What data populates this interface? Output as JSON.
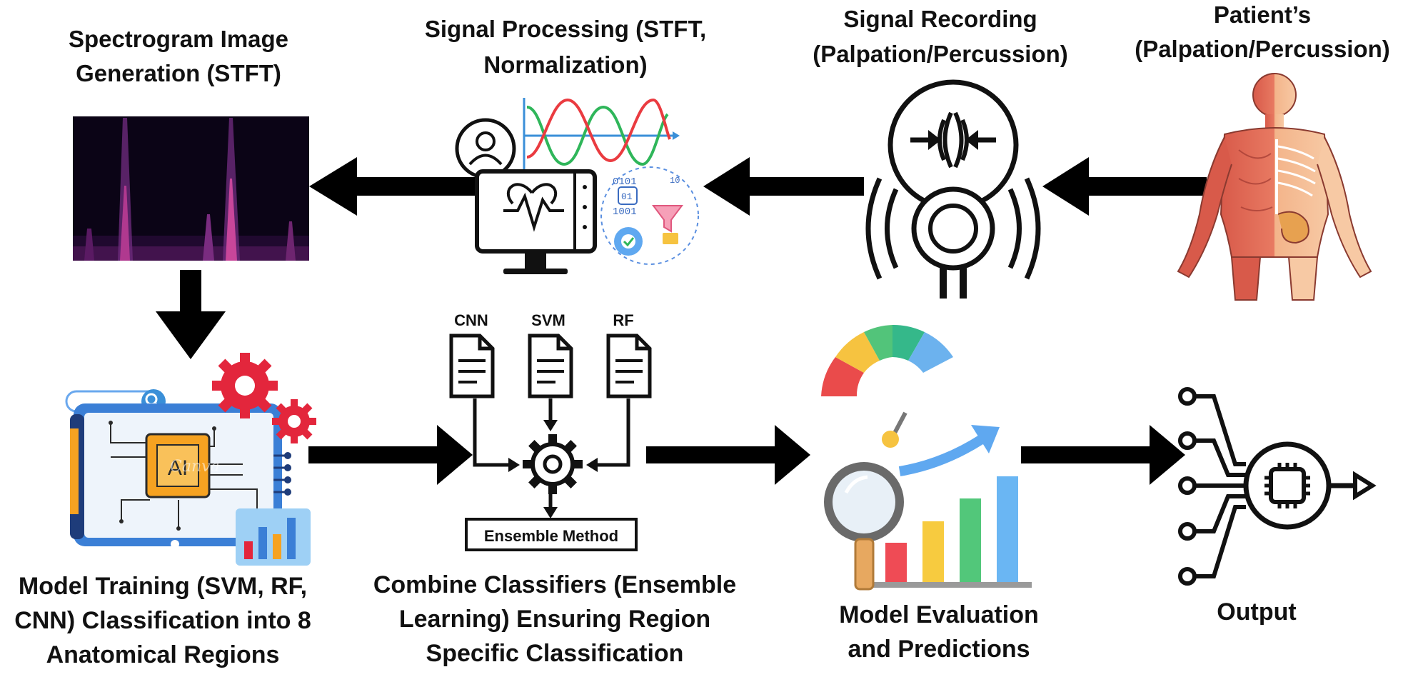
{
  "stages": {
    "patient": {
      "line1": "Patient’s",
      "line2": "(Palpation/Percussion)"
    },
    "recording": {
      "line1": "Signal Recording",
      "line2": "(Palpation/Percussion)"
    },
    "processing": {
      "line1": "Signal Processing (STFT,",
      "line2": "Normalization)"
    },
    "spectrogram": {
      "line1": "Spectrogram Image",
      "line2": "Generation (STFT)"
    },
    "training": {
      "line1": "Model Training (SVM, RF,",
      "line2": "CNN) Classification into 8",
      "line3": "Anatomical Regions",
      "watermark": "Canva",
      "chip_text": "AI"
    },
    "ensemble": {
      "line1": "Combine Classifiers (Ensemble",
      "line2": "Learning) Ensuring Region",
      "line3": "Specific Classification",
      "box_label": "Ensemble Method",
      "classifiers": [
        "CNN",
        "SVM",
        "RF"
      ]
    },
    "evaluation": {
      "line1": "Model Evaluation",
      "line2": "and Predictions"
    },
    "output": {
      "line1": "Output"
    }
  },
  "colors": {
    "arrow": "#000000",
    "spectrogram_bg": "#0b0416",
    "spectrogram_band": "#b0398f",
    "wave_red": "#ea3b40",
    "wave_green": "#2fb65a",
    "wave_blue": "#3a8fd8",
    "gear_red": "#e3263c",
    "chip_orange": "#f6a221",
    "tablet_blue": "#3b7fd6",
    "gauge": [
      "#ea4b4b",
      "#f6c340",
      "#52c47a",
      "#35b88a",
      "#6cb2ee"
    ],
    "bars": [
      "#ef4b55",
      "#f7cb3f",
      "#52c77a",
      "#6ab6f3"
    ]
  }
}
